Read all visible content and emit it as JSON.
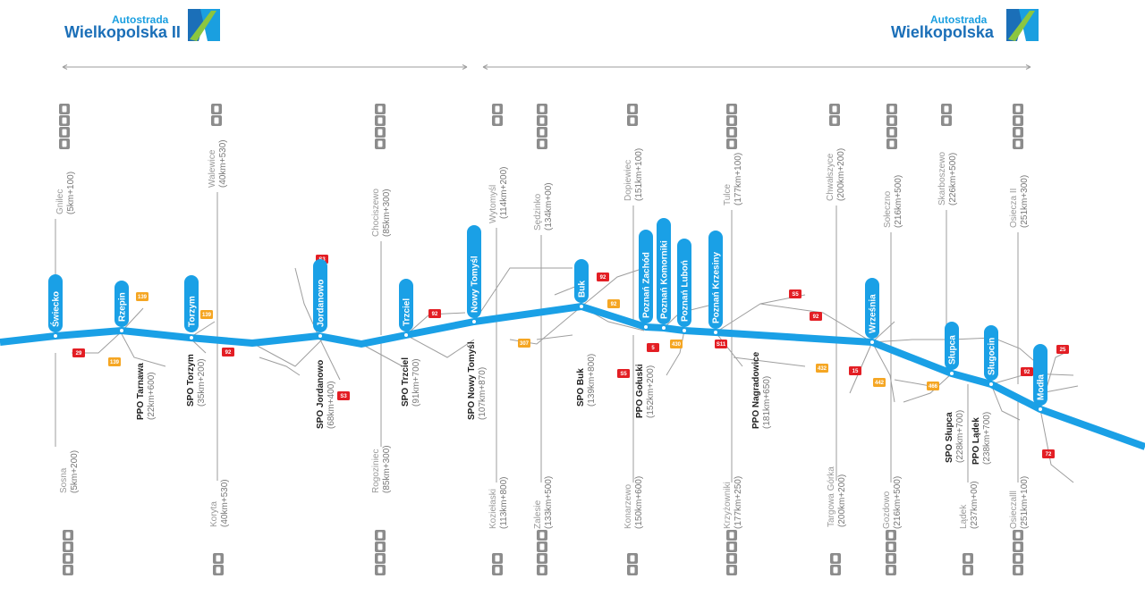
{
  "logos": [
    {
      "line1": "Autostrada",
      "line2": "Wielkopolska II"
    },
    {
      "line1": "Autostrada",
      "line2": "Wielkopolska"
    }
  ],
  "junctions": [
    {
      "name": "Świecko"
    },
    {
      "name": "Rzepin"
    },
    {
      "name": "Torzym"
    },
    {
      "name": "Jordanowo"
    },
    {
      "name": "Trzciel"
    },
    {
      "name": "Nowy Tomyśl"
    },
    {
      "name": "Buk"
    },
    {
      "name": "Poznań Zachód"
    },
    {
      "name": "Poznań Komorniki"
    },
    {
      "name": "Poznań Luboń"
    },
    {
      "name": "Poznań Krzesiny"
    },
    {
      "name": "Września"
    },
    {
      "name": "Słupca"
    },
    {
      "name": "Sługocin"
    },
    {
      "name": "Modła"
    }
  ],
  "service_areas_top": [
    {
      "name": "Gnilec",
      "km": "(5km+100)"
    },
    {
      "name": "Walewice",
      "km": "(40km+530)"
    },
    {
      "name": "Chociszewo",
      "km": "(85km+300)"
    },
    {
      "name": "Wytomyśl",
      "km": "(114km+200)"
    },
    {
      "name": "Sędzinko",
      "km": "(134km+00)"
    },
    {
      "name": "Dopiewiec",
      "km": "(151km+100)"
    },
    {
      "name": "Tulce",
      "km": "(177km+100)"
    },
    {
      "name": "Chwałszyce",
      "km": "(200km+200)"
    },
    {
      "name": "Sołeczno",
      "km": "(216km+500)"
    },
    {
      "name": "Skarboszewo",
      "km": "(226km+500)"
    },
    {
      "name": "Osiecza II",
      "km": "(251km+300)"
    }
  ],
  "service_areas_bottom": [
    {
      "name": "Sosna",
      "km": "(5km+200)"
    },
    {
      "name": "Koryta",
      "km": "(40km+530)"
    },
    {
      "name": "Rogoziniec",
      "km": "(85km+300)"
    },
    {
      "name": "Koziełaski",
      "km": "(113km+800)"
    },
    {
      "name": "Zalesie",
      "km": "(133km+500)"
    },
    {
      "name": "Konarzewo",
      "km": "(150km+600)"
    },
    {
      "name": "Krzyżowniki",
      "km": "(177km+250)"
    },
    {
      "name": "Targowa Górka",
      "km": "(200km+200)"
    },
    {
      "name": "Gozdowo",
      "km": "(216km+500)"
    },
    {
      "name": "Lądek",
      "km": "(237km+00)"
    },
    {
      "name": "Osieczalll",
      "km": "(251km+100)"
    }
  ],
  "spo_labels": [
    {
      "name": "PPO Tarnawa",
      "km": "(22km+600)"
    },
    {
      "name": "SPO Torzym",
      "km": "(35km+200)"
    },
    {
      "name": "SPO Jordanowo",
      "km": "(68km+400)"
    },
    {
      "name": "SPO Trzciel",
      "km": "(91km+700)"
    },
    {
      "name": "SPO Nowy Tomyśl",
      "km": "(107km+870)"
    },
    {
      "name": "SPO Buk",
      "km": "(139km+800)"
    },
    {
      "name": "PPO Gołuski",
      "km": "(152km+200)"
    },
    {
      "name": "PPO Nagradowice",
      "km": "(181km+650)"
    },
    {
      "name": "SPO Słupca",
      "km": "(228km+700)"
    },
    {
      "name": "PPO Lądek",
      "km": "(238km+700)"
    }
  ],
  "road_numbers": [
    "29",
    "139",
    "139",
    "92",
    "S3",
    "S3",
    "92",
    "307",
    "92",
    "92",
    "S5",
    "5",
    "430",
    "S11",
    "S5",
    "92",
    "432",
    "15",
    "442",
    "466",
    "92",
    "25",
    "72",
    "139"
  ],
  "colors": {
    "motorway": "#1aa0e6",
    "red_road": "#e31e24",
    "yellow_road": "#f5a623",
    "local_road": "#9e9e9e",
    "logo_green": "#8cc63f",
    "logo_blue": "#1b6fb8"
  },
  "icons": [
    "fuel-icon",
    "restaurant-icon",
    "toilet-icon",
    "parking-icon"
  ]
}
